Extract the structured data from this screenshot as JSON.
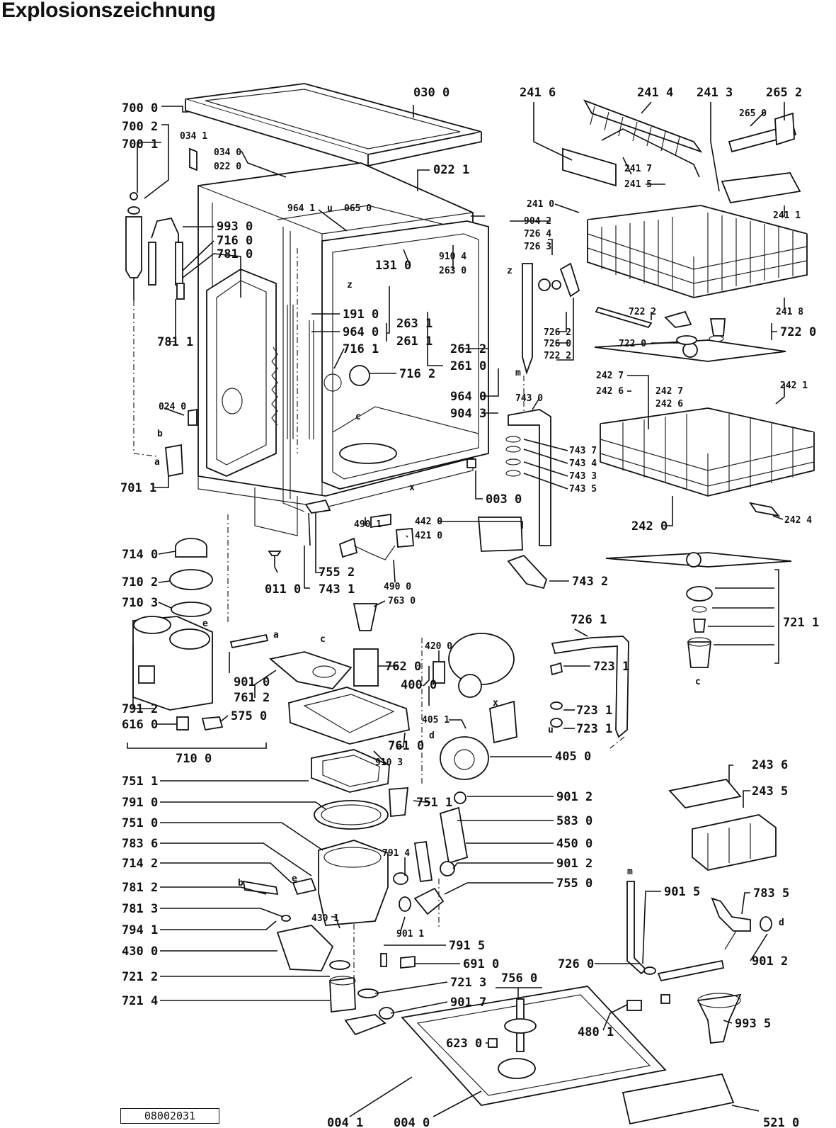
{
  "title": "Explosionszeichnung",
  "document_number": "08002031",
  "parts": [
    {
      "id": "p-0300",
      "text": "030 0"
    },
    {
      "id": "p-7000",
      "text": "700 0"
    },
    {
      "id": "p-7002",
      "text": "700 2"
    },
    {
      "id": "p-7001",
      "text": "700 1"
    },
    {
      "id": "p-0341",
      "text": "034 1"
    },
    {
      "id": "p-0340",
      "text": "034 0"
    },
    {
      "id": "p-0220",
      "text": "022 0"
    },
    {
      "id": "p-0221",
      "text": "022 1"
    },
    {
      "id": "p-9641a",
      "text": "964 1"
    },
    {
      "id": "p-0650",
      "text": "065 0"
    },
    {
      "id": "p-9930",
      "text": "993 0"
    },
    {
      "id": "p-7160",
      "text": "716 0"
    },
    {
      "id": "p-7810",
      "text": "781 0"
    },
    {
      "id": "p-7811",
      "text": "781 1"
    },
    {
      "id": "p-1310",
      "text": "131 0"
    },
    {
      "id": "p-9104",
      "text": "910 4"
    },
    {
      "id": "p-2630",
      "text": "263 0"
    },
    {
      "id": "p-1910",
      "text": "191 0"
    },
    {
      "id": "p-9640a",
      "text": "964 0"
    },
    {
      "id": "p-7161",
      "text": "716 1"
    },
    {
      "id": "p-2631",
      "text": "263 1"
    },
    {
      "id": "p-2611",
      "text": "261 1"
    },
    {
      "id": "p-2612",
      "text": "261 2"
    },
    {
      "id": "p-2610",
      "text": "261 0"
    },
    {
      "id": "p-7162",
      "text": "716 2"
    },
    {
      "id": "p-9640b",
      "text": "964 0"
    },
    {
      "id": "p-9043",
      "text": "904 3"
    },
    {
      "id": "p-0240",
      "text": "024 0"
    },
    {
      "id": "p-7011",
      "text": "701 1"
    },
    {
      "id": "p-0030",
      "text": "003 0"
    },
    {
      "id": "p-2416",
      "text": "241 6"
    },
    {
      "id": "p-2414",
      "text": "241 4"
    },
    {
      "id": "p-2413",
      "text": "241 3"
    },
    {
      "id": "p-2652",
      "text": "265 2"
    },
    {
      "id": "p-2650",
      "text": "265 0"
    },
    {
      "id": "p-2417",
      "text": "241 7"
    },
    {
      "id": "p-2415",
      "text": "241 5"
    },
    {
      "id": "p-2411",
      "text": "241 1"
    },
    {
      "id": "p-2410",
      "text": "241 0"
    },
    {
      "id": "p-9042",
      "text": "904 2"
    },
    {
      "id": "p-7264",
      "text": "726 4"
    },
    {
      "id": "p-7263",
      "text": "726 3"
    },
    {
      "id": "p-2418",
      "text": "241 8"
    },
    {
      "id": "p-7222",
      "text": "722 2"
    },
    {
      "id": "p-7220",
      "text": "722 0"
    },
    {
      "id": "p-7220b",
      "text": "722 0"
    },
    {
      "id": "p-7262",
      "text": "726 2"
    },
    {
      "id": "p-7260a",
      "text": "726 0"
    },
    {
      "id": "p-7222b",
      "text": "722 2"
    },
    {
      "id": "p-2427a",
      "text": "242 7"
    },
    {
      "id": "p-2426a",
      "text": "242 6"
    },
    {
      "id": "p-2427b",
      "text": "242 7"
    },
    {
      "id": "p-2426b",
      "text": "242 6"
    },
    {
      "id": "p-2421",
      "text": "242 1"
    },
    {
      "id": "p-7430",
      "text": "743 0"
    },
    {
      "id": "p-7437",
      "text": "743 7"
    },
    {
      "id": "p-7434",
      "text": "743 4"
    },
    {
      "id": "p-7433",
      "text": "743 3"
    },
    {
      "id": "p-7435",
      "text": "743 5"
    },
    {
      "id": "p-2420",
      "text": "242 0"
    },
    {
      "id": "p-2424",
      "text": "242 4"
    },
    {
      "id": "p-4901",
      "text": "490 1"
    },
    {
      "id": "p-4420",
      "text": "442 0"
    },
    {
      "id": "p-4210",
      "text": "421 0"
    },
    {
      "id": "p-4900",
      "text": "490 0"
    },
    {
      "id": "p-7552",
      "text": "755 2"
    },
    {
      "id": "p-7431",
      "text": "743 1"
    },
    {
      "id": "p-0110",
      "text": "011 0"
    },
    {
      "id": "p-7432",
      "text": "743 2"
    },
    {
      "id": "p-7630",
      "text": "763 0"
    },
    {
      "id": "p-7140",
      "text": "714 0"
    },
    {
      "id": "p-7102",
      "text": "710 2"
    },
    {
      "id": "p-7103",
      "text": "710 3"
    },
    {
      "id": "p-7211",
      "text": "721 1"
    },
    {
      "id": "p-7261",
      "text": "726 1"
    },
    {
      "id": "p-7231a",
      "text": "723 1"
    },
    {
      "id": "p-4200",
      "text": "420 0"
    },
    {
      "id": "p-7620",
      "text": "762 0"
    },
    {
      "id": "p-4000",
      "text": "400 0"
    },
    {
      "id": "p-9010",
      "text": "901 0"
    },
    {
      "id": "p-7612",
      "text": "761 2"
    },
    {
      "id": "p-7912",
      "text": "791 2"
    },
    {
      "id": "p-6160",
      "text": "616 0"
    },
    {
      "id": "p-5750",
      "text": "575 0"
    },
    {
      "id": "p-7231b",
      "text": "723 1"
    },
    {
      "id": "p-7231c",
      "text": "723 1"
    },
    {
      "id": "p-4051",
      "text": "405 1"
    },
    {
      "id": "p-7610",
      "text": "761 0"
    },
    {
      "id": "p-9103",
      "text": "910 3"
    },
    {
      "id": "p-7100",
      "text": "710 0"
    },
    {
      "id": "p-4050",
      "text": "405 0"
    },
    {
      "id": "p-2436",
      "text": "243 6"
    },
    {
      "id": "p-7511a",
      "text": "751 1"
    },
    {
      "id": "p-7511b",
      "text": "751 1"
    },
    {
      "id": "p-9012a",
      "text": "901 2"
    },
    {
      "id": "p-2435",
      "text": "243 5"
    },
    {
      "id": "p-7910",
      "text": "791 0"
    },
    {
      "id": "p-5830",
      "text": "583 0"
    },
    {
      "id": "p-7510",
      "text": "751 0"
    },
    {
      "id": "p-4500",
      "text": "450 0"
    },
    {
      "id": "p-7836",
      "text": "783 6"
    },
    {
      "id": "p-7914",
      "text": "791 4"
    },
    {
      "id": "p-9012b",
      "text": "901 2"
    },
    {
      "id": "p-7142",
      "text": "714 2"
    },
    {
      "id": "p-7550",
      "text": "755 0"
    },
    {
      "id": "p-7812",
      "text": "781 2"
    },
    {
      "id": "p-9015",
      "text": "901 5"
    },
    {
      "id": "p-7835",
      "text": "783 5"
    },
    {
      "id": "p-7813",
      "text": "781 3"
    },
    {
      "id": "p-4301",
      "text": "430 1"
    },
    {
      "id": "p-9011",
      "text": "901 1"
    },
    {
      "id": "p-7941",
      "text": "794 1"
    },
    {
      "id": "p-9012c",
      "text": "901 2"
    },
    {
      "id": "p-4300",
      "text": "430 0"
    },
    {
      "id": "p-7915",
      "text": "791 5"
    },
    {
      "id": "p-6910",
      "text": "691 0"
    },
    {
      "id": "p-7260b",
      "text": "726 0"
    },
    {
      "id": "p-7212",
      "text": "721 2"
    },
    {
      "id": "p-7213",
      "text": "721 3"
    },
    {
      "id": "p-7560",
      "text": "756 0"
    },
    {
      "id": "p-7214",
      "text": "721 4"
    },
    {
      "id": "p-9017",
      "text": "901 7"
    },
    {
      "id": "p-4801",
      "text": "480 1"
    },
    {
      "id": "p-9935",
      "text": "993 5"
    },
    {
      "id": "p-6230",
      "text": "623 0"
    },
    {
      "id": "p-0041",
      "text": "004 1"
    },
    {
      "id": "p-0040",
      "text": "004 0"
    },
    {
      "id": "p-5210",
      "text": "521 0"
    }
  ],
  "markers": [
    {
      "id": "m-u1",
      "text": "u"
    },
    {
      "id": "m-z1",
      "text": "z"
    },
    {
      "id": "m-z2",
      "text": "z"
    },
    {
      "id": "m-c1",
      "text": "c"
    },
    {
      "id": "m-x1",
      "text": "x"
    },
    {
      "id": "m-b1",
      "text": "b"
    },
    {
      "id": "m-a1",
      "text": "a"
    },
    {
      "id": "m-m1",
      "text": "m"
    },
    {
      "id": "m-e1",
      "text": "e"
    },
    {
      "id": "m-a2",
      "text": "a"
    },
    {
      "id": "m-c2",
      "text": "c"
    },
    {
      "id": "m-c3",
      "text": "c"
    },
    {
      "id": "m-x2",
      "text": "x"
    },
    {
      "id": "m-d1",
      "text": "d"
    },
    {
      "id": "m-u2",
      "text": "u"
    },
    {
      "id": "m-b2",
      "text": "b"
    },
    {
      "id": "m-e2",
      "text": "e"
    },
    {
      "id": "m-m2",
      "text": "m"
    },
    {
      "id": "m-d2",
      "text": "d"
    }
  ]
}
